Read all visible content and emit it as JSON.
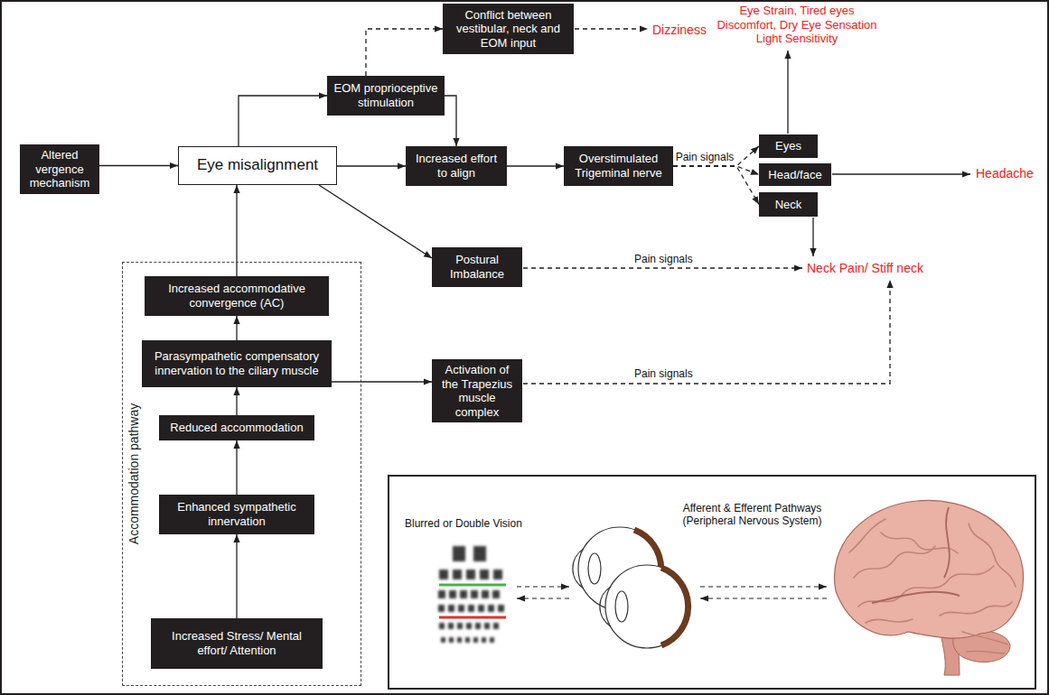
{
  "diagram": {
    "nodes": [
      {
        "text": [
          "Conflict between vestibular, neck and EOM input"
        ]
      },
      {
        "text": [
          "EOM proprioceptive stimulation"
        ]
      },
      {
        "text": [
          "Altered vergence mechanism"
        ]
      },
      {
        "text": [
          "Eye misalignment"
        ]
      },
      {
        "text": [
          "Increased effort to align"
        ]
      },
      {
        "text": [
          "Overstimulated Trigeminal nerve"
        ]
      },
      {
        "text": [
          "Eyes"
        ]
      },
      {
        "text": [
          "Head/face"
        ]
      },
      {
        "text": [
          "Neck"
        ]
      },
      {
        "text": [
          "Postural Imbalance"
        ]
      },
      {
        "text": [
          "Accommodation pathway"
        ]
      },
      {
        "text": [
          "Increased accommodative convergence (AC)"
        ],
        "in": 10
      },
      {
        "text": [
          "Parasympathetic compensatory innervation to the ciliary muscle"
        ],
        "in": 10
      },
      {
        "text": [
          "Reduced accommodation"
        ],
        "in": 10
      },
      {
        "text": [
          "Enhanced sympathetic innervation"
        ],
        "in": 10
      },
      {
        "text": [
          "Increased Stress/ Mental effort/ Attention"
        ],
        "in": 10
      },
      {
        "text": [
          "Activation of the Trapezius muscle complex"
        ]
      }
    ],
    "edges": [
      {
        "from": 2,
        "to": 3,
        "arrow": "to"
      },
      {
        "from": 3,
        "to": 1,
        "arrow": "to"
      },
      {
        "from": 1,
        "to": 0,
        "arrow": "to"
      },
      {
        "from": 1,
        "to": 4,
        "arrow": "to"
      },
      {
        "from": 3,
        "to": 4,
        "arrow": "to"
      },
      {
        "from": 4,
        "to": 5,
        "arrow": "to"
      },
      {
        "from": 5,
        "to": 6,
        "arrow": "to"
      },
      {
        "from": 5,
        "to": 7,
        "label": "Pain signals",
        "arrow": "to"
      },
      {
        "from": 5,
        "to": 8,
        "arrow": "to"
      },
      {
        "from": 3,
        "to": 9,
        "arrow": "to"
      },
      {
        "from": 11,
        "to": 3,
        "arrow": "to"
      },
      {
        "from": 12,
        "to": 11,
        "arrow": "to"
      },
      {
        "from": 13,
        "to": 12,
        "arrow": "to"
      },
      {
        "from": 14,
        "to": 13,
        "arrow": "to"
      },
      {
        "from": 15,
        "to": 14,
        "arrow": "to"
      },
      {
        "from": 12,
        "to": 16,
        "arrow": "to"
      }
    ],
    "labels": [
      "Dizziness",
      "Eye Strain, Tired eyes Discomfort, Dry Eye Sensation Light Sensitivity",
      "Headache",
      "Neck Pain/ Stiff neck",
      "Pain signals",
      "Pain signals",
      "Blurred or Double Vision",
      "Afferent & Efferent Pathways (Peripheral Nervous System)"
    ]
  }
}
